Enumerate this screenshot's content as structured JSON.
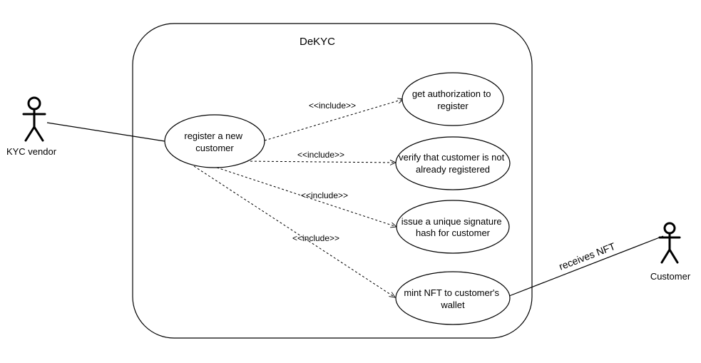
{
  "system": {
    "title": "DeKYC"
  },
  "actors": {
    "kyc_vendor": {
      "name": "KYC vendor"
    },
    "customer": {
      "name": "Customer"
    }
  },
  "use_cases": {
    "register": {
      "lines": [
        "register a new",
        "customer"
      ]
    },
    "authorization": {
      "lines": [
        "get authorization to",
        "register"
      ]
    },
    "verify": {
      "lines": [
        "verify that customer is not",
        "already registered"
      ]
    },
    "signature": {
      "lines": [
        "issue a unique signature",
        "hash for customer"
      ]
    },
    "mint": {
      "lines": [
        "mint NFT to customer's",
        "wallet"
      ]
    }
  },
  "relations": {
    "include_label": "<<include>>",
    "receives_label": "receives NFT"
  },
  "colors": {
    "stroke": "#000000",
    "background": "#ffffff"
  }
}
